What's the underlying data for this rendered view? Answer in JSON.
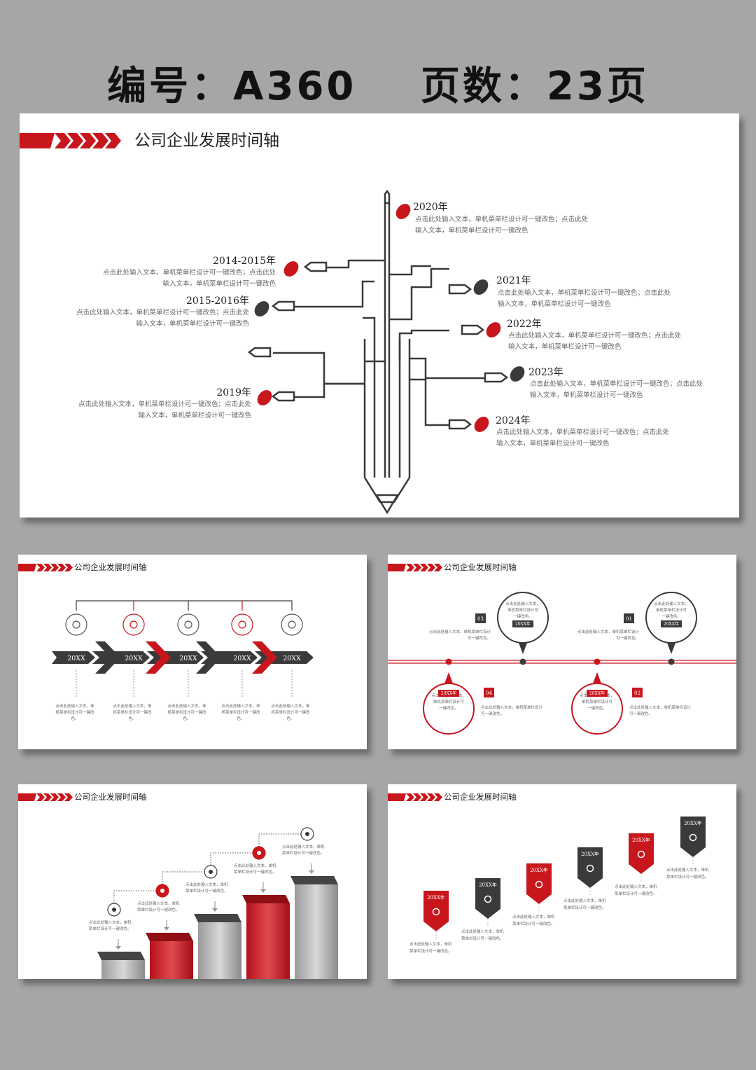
{
  "header": {
    "code": "编号：A360",
    "pages": "页数：23页"
  },
  "slide_title": "公司企业发展时间轴",
  "placeholder_two_line": [
    "点击此处输入文本，单机菜单栏设计可一键改色；点击此处",
    "输入文本，单机菜单栏设计可一键改色"
  ],
  "pencil_timeline": {
    "left": [
      {
        "year": "2014-2015年"
      },
      {
        "year": "2015-2016年"
      },
      {
        "year": "2019年"
      }
    ],
    "right": [
      {
        "year": "2020年"
      },
      {
        "year": "2021年"
      },
      {
        "year": "2022年"
      },
      {
        "year": "2023年"
      },
      {
        "year": "2024年"
      }
    ]
  },
  "arrow_timeline": {
    "labels": [
      "20XX",
      "20XX",
      "20XX",
      "20XX",
      "20XX"
    ],
    "icons": [
      "chat-icon",
      "video-icon",
      "tag-icon",
      "hammer-icon",
      "location-icon"
    ],
    "text": [
      "点击此处输入文本，单",
      "机菜单栏设计可一键改",
      "色。"
    ]
  },
  "circle_timeline": {
    "items": [
      {
        "num": "03",
        "year": "20XX年"
      },
      {
        "num": "01",
        "year": "20XX年"
      },
      {
        "num": "04",
        "year": "20XX年"
      },
      {
        "num": "02",
        "year": "20XX年"
      }
    ],
    "bubble_text": [
      "点击此处输入文本，",
      "单机菜单栏设计可",
      "一键改色。"
    ],
    "side_text": [
      "点击此处输入文本，单机菜单栏设计",
      "可一键改色。"
    ]
  },
  "bar_timeline": {
    "values": [
      1,
      2,
      3,
      4,
      5
    ],
    "icons": [
      "microphone-icon",
      "truck-icon",
      "megaphone-icon",
      "globe-icon",
      "ship-icon"
    ],
    "text": [
      "点击此处输入文本，单机",
      "菜单栏设计可一键改色。"
    ]
  },
  "tag_timeline": {
    "labels": [
      "20XX年",
      "20XX年",
      "20XX年",
      "20XX年",
      "20XX年",
      "20XX年"
    ],
    "icons": [
      "wifi-icon",
      "cart-icon",
      "infinity-icon",
      "trash-icon",
      "chart-icon",
      "link-icon"
    ],
    "text": [
      "点击此处输入文本，单机",
      "菜单栏设计可一键改色。"
    ]
  },
  "colors": {
    "red": "#c8161d",
    "dark": "#3a3a3a",
    "gray": "#8c8c8c",
    "background": "#a6a6a6"
  }
}
